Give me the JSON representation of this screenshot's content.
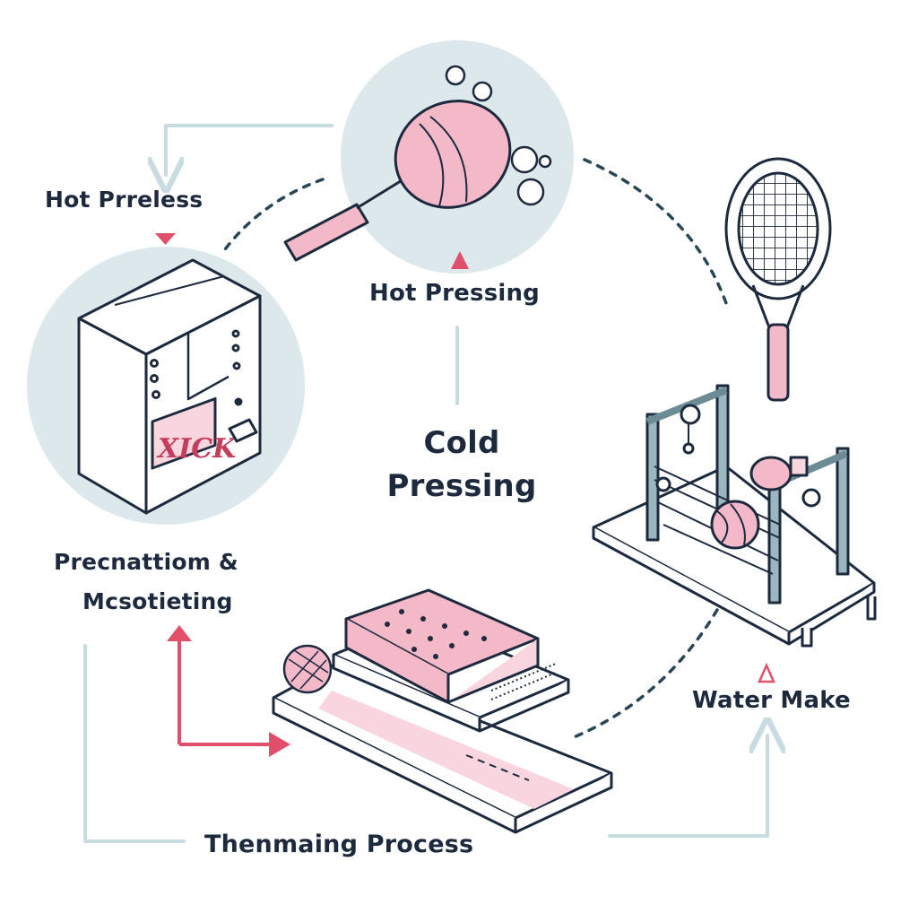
{
  "labels": {
    "hot_preless": "Hot Prreless",
    "hot_pressing": "Hot Pressing",
    "cold_pressing_line1": "Cold",
    "cold_pressing_line2": "Pressing",
    "precnattiom_line1": "Precnattiom &",
    "precnattiom_line2": "Mcsotieting",
    "water_make": "Water Make",
    "theming_process": "Thenmaing Process"
  },
  "machine_stamp": "XICK",
  "icons": [
    "tennis-racket-icon",
    "paddle-icon",
    "machine-cabinet-icon",
    "press-rig-icon",
    "layered-mat-icon",
    "ball-icon",
    "bubble-icon"
  ],
  "colors": {
    "ink": "#1d2a3e",
    "pink": "#f4b9c8",
    "pink_light": "#f9d6df",
    "red_arrow": "#e0506a",
    "circle_bg": "#dde8ec",
    "light_arrow": "#c8dbe0",
    "steel": "#9cb6bf",
    "frame": "#6c8b94",
    "dash": "#294654"
  }
}
